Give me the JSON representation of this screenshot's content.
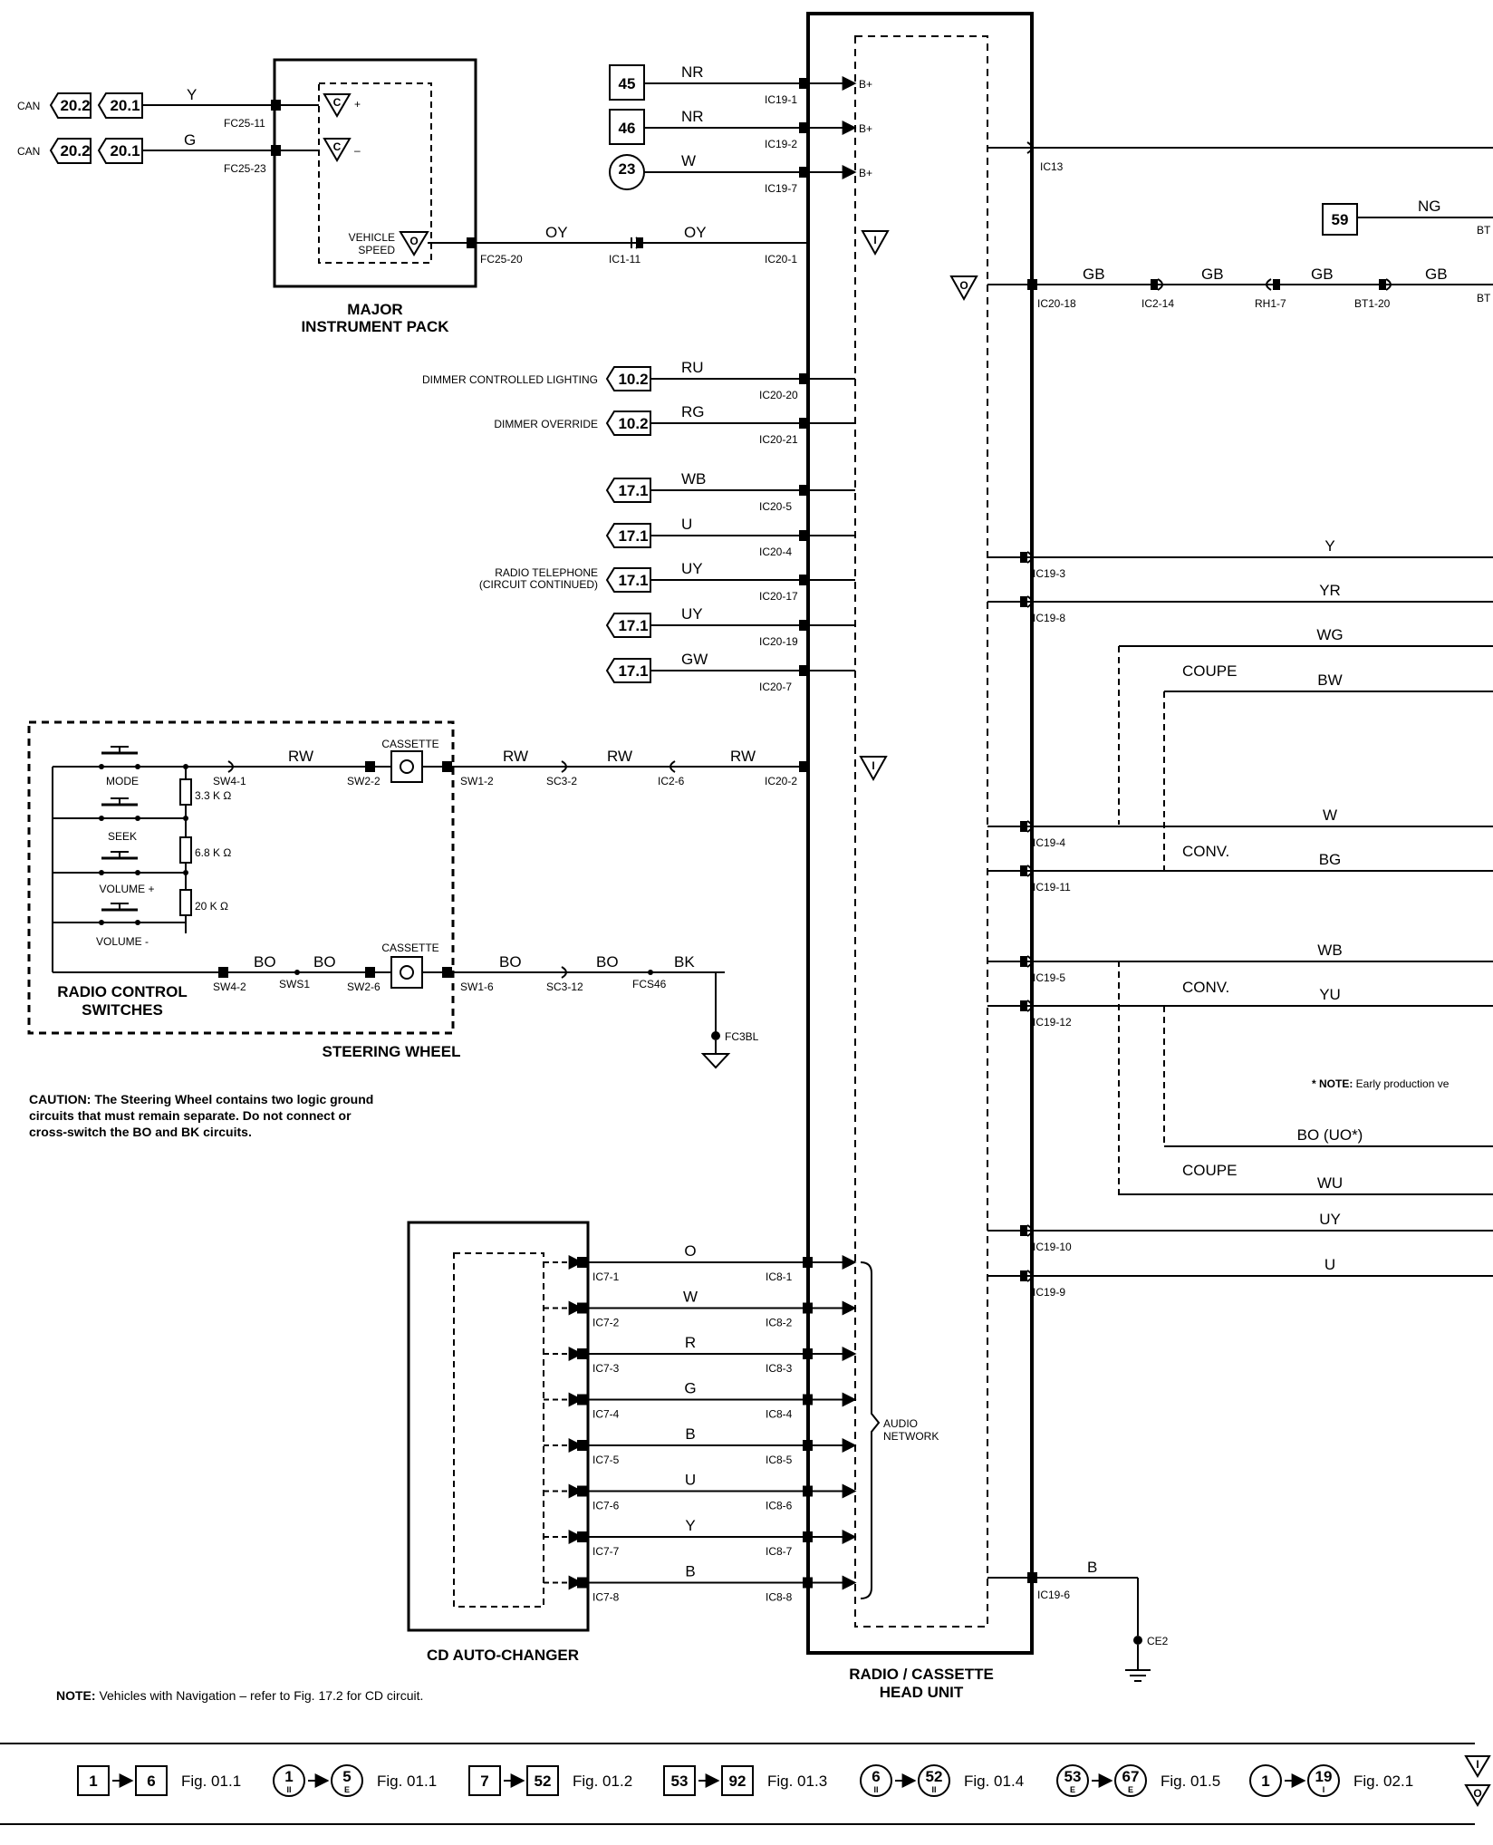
{
  "instrument_pack": {
    "title_line1": "MAJOR",
    "title_line2": "INSTRUMENT PACK",
    "vehicle_speed_line1": "VEHICLE",
    "vehicle_speed_line2": "SPEED",
    "can_label": "CAN",
    "ref_a": "20.2",
    "ref_b": "20.1",
    "wire_y": "Y",
    "wire_g": "G",
    "pin_y": "FC25-11",
    "pin_g": "FC25-23",
    "pin_speed": "FC25-20",
    "plus": "+",
    "minus": "–"
  },
  "speed_line": {
    "w1": "OY",
    "w2": "OY",
    "mid_pin": "IC1-11",
    "end_pin": "IC20-1"
  },
  "power": [
    {
      "ref": "45",
      "wire": "NR",
      "pin": "IC19-1",
      "label": "B+"
    },
    {
      "ref": "46",
      "wire": "NR",
      "pin": "IC19-2",
      "label": "B+"
    },
    {
      "ref": "23",
      "wire": "W",
      "pin": "IC19-7",
      "label": "B+"
    }
  ],
  "left_refs": [
    {
      "label": "DIMMER CONTROLLED LIGHTING",
      "ref": "10.2",
      "wire": "RU",
      "pin": "IC20-20"
    },
    {
      "label": "DIMMER OVERRIDE",
      "ref": "10.2",
      "wire": "RG",
      "pin": "IC20-21"
    },
    {
      "label": "",
      "ref": "17.1",
      "wire": "WB",
      "pin": "IC20-5"
    },
    {
      "label": "",
      "ref": "17.1",
      "wire": "U",
      "pin": "IC20-4"
    },
    {
      "label": "RADIO TELEPHONE",
      "label2": "(CIRCUIT CONTINUED)",
      "ref": "17.1",
      "wire": "UY",
      "pin": "IC20-17"
    },
    {
      "label": "",
      "ref": "17.1",
      "wire": "UY",
      "pin": "IC20-19"
    },
    {
      "label": "",
      "ref": "17.1",
      "wire": "GW",
      "pin": "IC20-7"
    }
  ],
  "steering": {
    "title": "STEERING WHEEL",
    "switches_line1": "RADIO CONTROL",
    "switches_line2": "SWITCHES",
    "mode": "MODE",
    "seek": "SEEK",
    "vol_up": "VOLUME +",
    "vol_down": "VOLUME -",
    "r1": "3.3 K Ω",
    "r2": "6.8 K Ω",
    "r3": "20 K Ω",
    "cassette": "CASSETTE",
    "top_wires": [
      "RW",
      "RW",
      "RW",
      "RW"
    ],
    "top_pins": [
      "SW4-1",
      "SW2-2",
      "SW1-2",
      "SC3-2",
      "IC2-6",
      "IC20-2"
    ],
    "bottom_wires": [
      "BO",
      "BO",
      "BO",
      "BO",
      "BK"
    ],
    "bottom_pins": [
      "SW4-2",
      "SWS1",
      "SW2-6",
      "SW1-6",
      "SC3-12",
      "FCS46"
    ],
    "ground": "FC3BL"
  },
  "caution": {
    "line1": "CAUTION:  The Steering Wheel contains two logic ground",
    "line2": "circuits that must remain separate.  Do not connect or",
    "line3": "cross-switch the BO and BK circuits."
  },
  "cd": {
    "title": "CD AUTO-CHANGER",
    "wires": [
      "O",
      "W",
      "R",
      "G",
      "B",
      "U",
      "Y",
      "B"
    ],
    "left_pins": [
      "IC7-1",
      "IC7-2",
      "IC7-3",
      "IC7-4",
      "IC7-5",
      "IC7-6",
      "IC7-7",
      "IC7-8"
    ],
    "right_pins": [
      "IC8-1",
      "IC8-2",
      "IC8-3",
      "IC8-4",
      "IC8-5",
      "IC8-6",
      "IC8-7",
      "IC8-8"
    ],
    "network_line1": "AUDIO",
    "network_line2": "NETWORK"
  },
  "note_nav": {
    "bold": "NOTE:",
    "text": " Vehicles with Navigation – refer to Fig. 17.2 for CD circuit."
  },
  "head_unit": {
    "title_line1": "RADIO / CASSETTE",
    "title_line2": "HEAD UNIT"
  },
  "right": {
    "ic13": "IC13",
    "ref59": "59",
    "ng": "NG",
    "bt": "BT",
    "gb_wires": [
      "GB",
      "GB",
      "GB",
      "GB"
    ],
    "gb_pins": [
      "IC20-18",
      "IC2-14",
      "RH1-7",
      "BT1-20"
    ],
    "outputs": [
      {
        "wire": "Y",
        "pin": "IC19-3"
      },
      {
        "wire": "YR",
        "pin": "IC19-8"
      },
      {
        "wire": "WG",
        "pin": ""
      },
      {
        "wire": "BW",
        "pin": ""
      },
      {
        "wire": "W",
        "pin": "IC19-4"
      },
      {
        "wire": "BG",
        "pin": "IC19-11"
      },
      {
        "wire": "WB",
        "pin": "IC19-5"
      },
      {
        "wire": "YU",
        "pin": "IC19-12"
      },
      {
        "wire": "BO (UO*)",
        "pin": ""
      },
      {
        "wire": "WU",
        "pin": ""
      },
      {
        "wire": "UY",
        "pin": "IC19-10"
      },
      {
        "wire": "U",
        "pin": "IC19-9"
      }
    ],
    "coupe": "COUPE",
    "conv": "CONV.",
    "note_bold": "* NOTE:",
    "note_text": " Early production ve",
    "ground_wire": "B",
    "ground_pin": "IC19-6",
    "ground_label": "CE2"
  },
  "footer": [
    {
      "a": "1",
      "b": "6",
      "fig": "Fig. 01.1",
      "round": false,
      "sa": "",
      "sb": ""
    },
    {
      "a": "1",
      "b": "5",
      "fig": "Fig. 01.1",
      "round": true,
      "sa": "II",
      "sb": "E"
    },
    {
      "a": "7",
      "b": "52",
      "fig": "Fig. 01.2",
      "round": false,
      "sa": "",
      "sb": ""
    },
    {
      "a": "53",
      "b": "92",
      "fig": "Fig. 01.3",
      "round": false,
      "sa": "",
      "sb": ""
    },
    {
      "a": "6",
      "b": "52",
      "fig": "Fig. 01.4",
      "round": true,
      "sa": "II",
      "sb": "II"
    },
    {
      "a": "53",
      "b": "67",
      "fig": "Fig. 01.5",
      "round": true,
      "sa": "E",
      "sb": "E"
    },
    {
      "a": "1",
      "b": "19",
      "fig": "Fig. 02.1",
      "round": true,
      "sa": "",
      "sb": "I"
    }
  ],
  "symbols": {
    "I": "I",
    "O": "O",
    "C": "C"
  }
}
